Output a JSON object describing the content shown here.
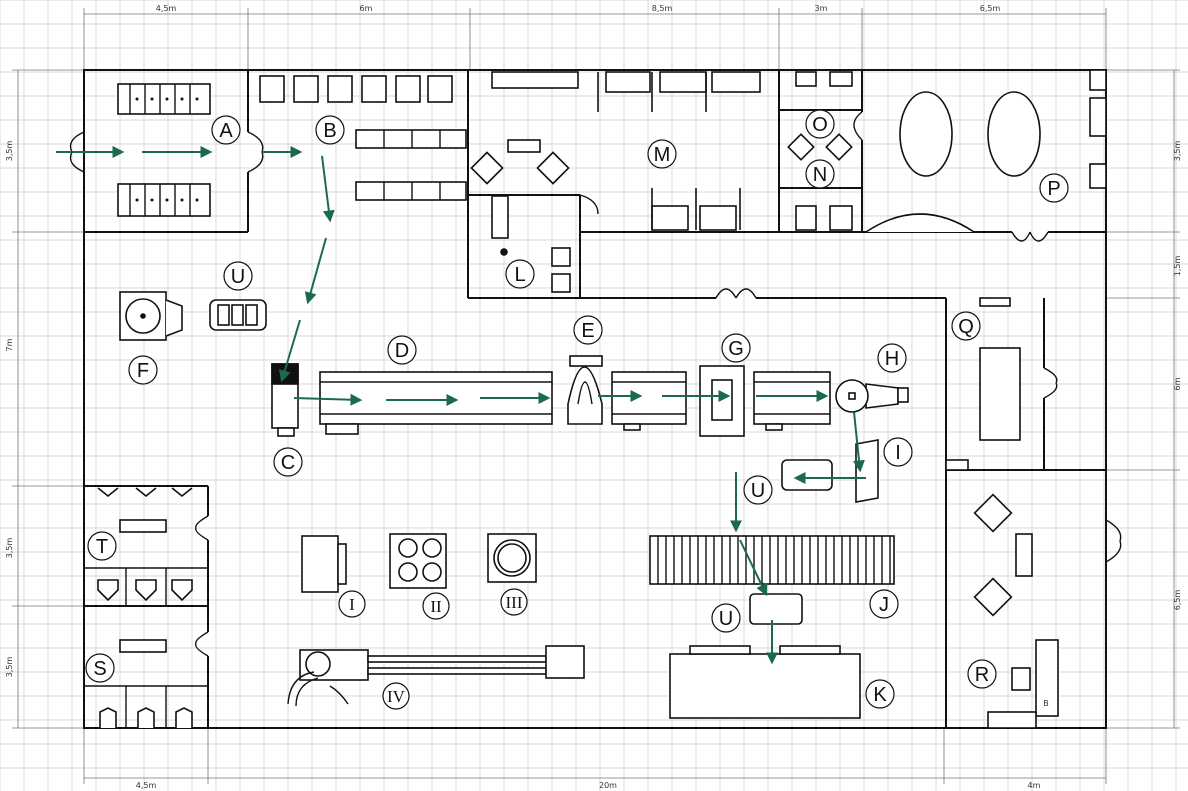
{
  "colors": {
    "flow_arrow": "#1a6b4a",
    "wall": "#111111",
    "grid": "#d9d9d9"
  },
  "zones": {
    "A": "A",
    "B": "B",
    "C": "C",
    "D": "D",
    "E": "E",
    "F": "F",
    "G": "G",
    "H": "H",
    "I": "I",
    "J": "J",
    "K": "K",
    "L": "L",
    "M": "M",
    "N": "N",
    "O": "O",
    "P": "P",
    "Q": "Q",
    "R": "R",
    "S": "S",
    "T": "T",
    "U1": "U",
    "U2": "U",
    "U3": "U"
  },
  "equipment": {
    "I": "I",
    "II": "II",
    "III": "III",
    "IV": "IV"
  },
  "misc": {
    "cabinet_b": "B"
  },
  "dimensions": {
    "top": [
      "4,5m",
      "6m",
      "8,5m",
      "3m",
      "6,5m"
    ],
    "bottom": [
      "4,5m",
      "20m",
      "4m"
    ],
    "left": [
      "3,5m",
      "7m",
      "3,5m",
      "3,5m"
    ],
    "right": [
      "3,5m",
      "1,5m",
      "6m",
      "6,5m"
    ]
  }
}
